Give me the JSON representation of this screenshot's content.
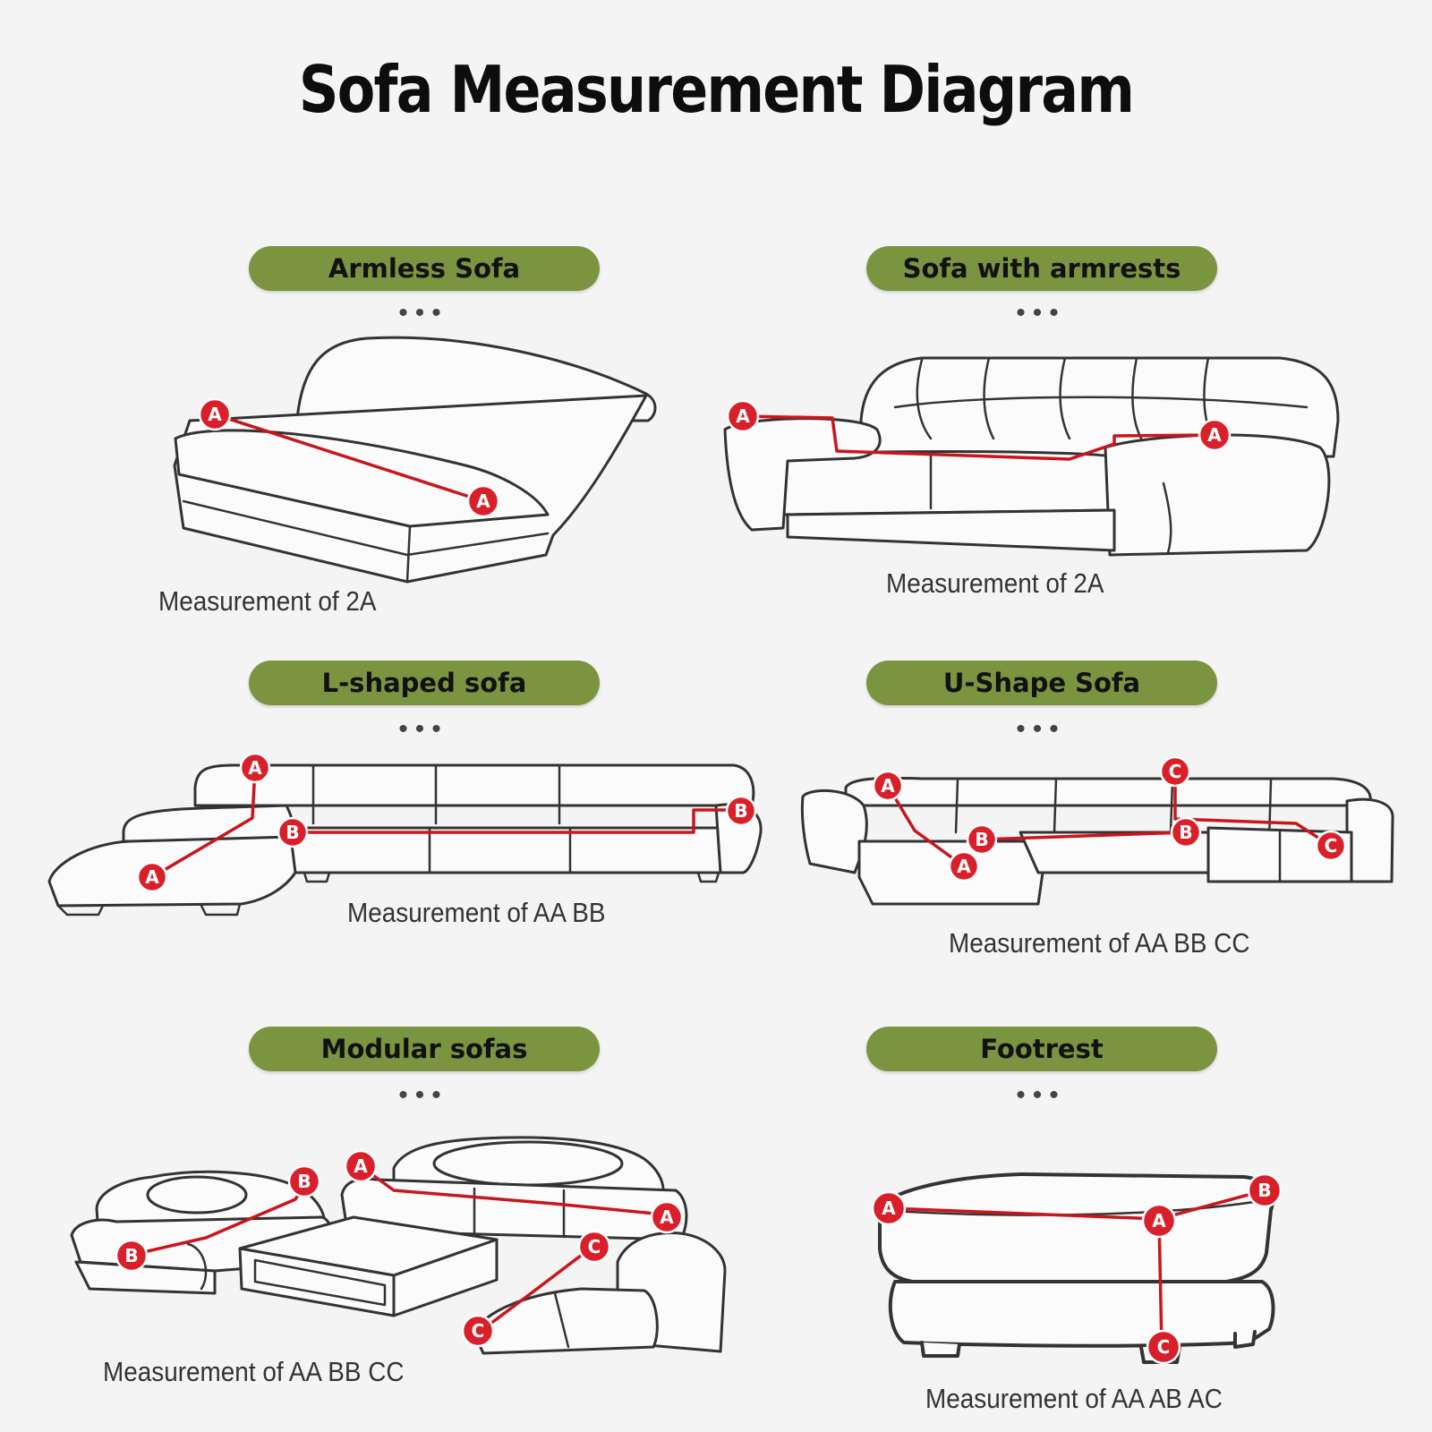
{
  "title": "Sofa Measurement Diagram",
  "sections": [
    {
      "label": "Armless Sofa",
      "caption": "Measurement of 2A"
    },
    {
      "label": "Sofa with armrests",
      "caption": "Measurement of 2A"
    },
    {
      "label": "L-shaped sofa",
      "caption": "Measurement of AA BB"
    },
    {
      "label": "U-Shape Sofa",
      "caption": "Measurement of AA BB CC"
    },
    {
      "label": "Modular sofas",
      "caption": "Measurement of AA BB CC"
    },
    {
      "label": "Footrest",
      "caption": "Measurement of AA AB AC"
    }
  ],
  "dots": "•••",
  "markers": {
    "a": "A",
    "b": "B",
    "c": "C"
  },
  "colors": {
    "pill": "#7a9440",
    "marker": "#d9202a",
    "line": "#c8161d"
  }
}
